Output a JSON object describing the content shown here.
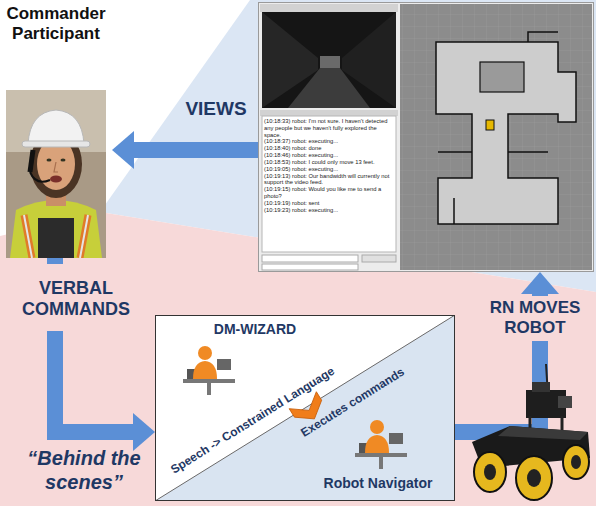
{
  "diagram": {
    "nodes": [
      {
        "text": [
          "Commander Participant"
        ]
      },
      {
        "text": [
          "(10:18:33) robot: I'm not sure. I haven't detected any people but we haven't fully explored the space.",
          "(10:18:37) robot: executing...",
          "(10:18:40) robot: done",
          "(10:18:46) robot: executing...",
          "(10:18:53) robot: I could only move 13 feet.",
          "(10:19:05) robot: executing...",
          "(10:19:13) robot: Our bandwidth will currently not support the video feed.",
          "(10:19:15) robot: Would you like me to send a photo?",
          "(10:19:19) robot: sent",
          "(10:19:23) robot: executing..."
        ]
      },
      {
        "text": [
          "DM-WIZARD",
          "Speech -> Constrained Language",
          "Executes commands",
          "Robot Navigator"
        ]
      }
    ],
    "edges": [
      {
        "from": 1,
        "to": 0,
        "arrow": "to",
        "label": "VIEWS"
      },
      {
        "from": 0,
        "to": 2,
        "arrow": "to",
        "label": "VERBAL COMMANDS"
      },
      {
        "from": 2,
        "to": 1,
        "arrow": "to",
        "label": "RN MOVES ROBOT"
      }
    ],
    "labels": [
      "“Behind the scenes”"
    ]
  }
}
